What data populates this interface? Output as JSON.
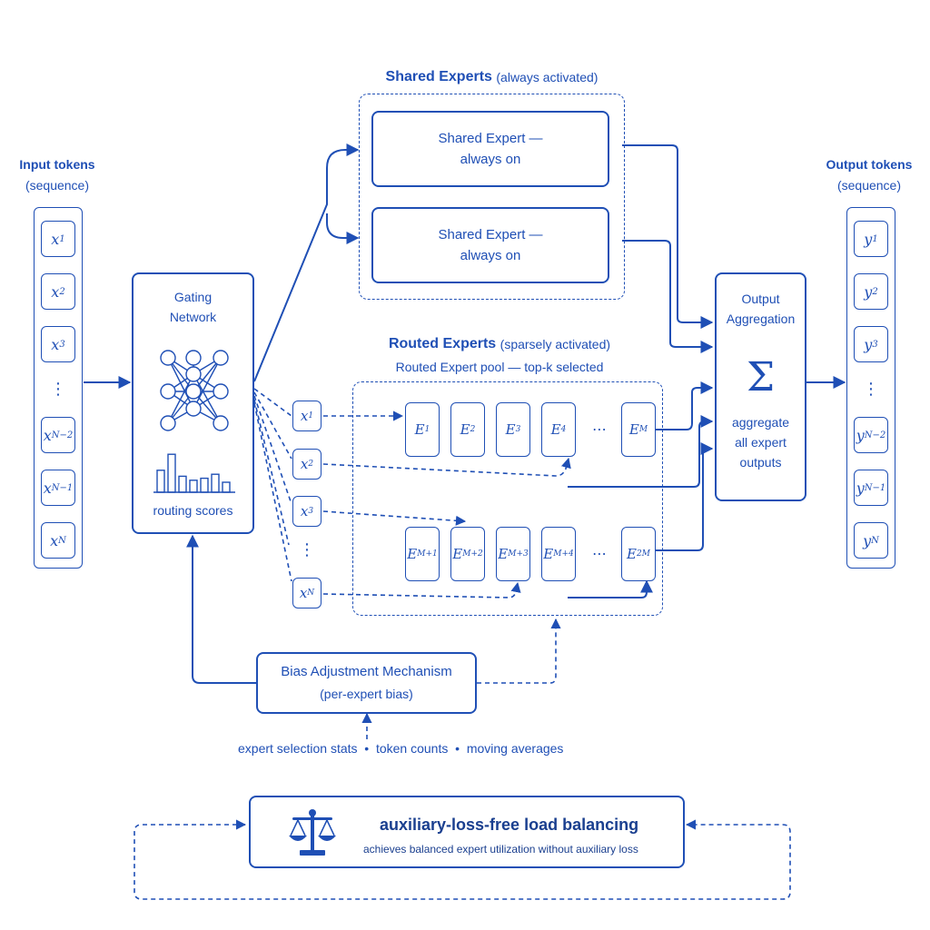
{
  "input": {
    "title": "Input tokens",
    "subtitle": "(sequence)",
    "tokens": [
      {
        "base": "x",
        "sub": "1"
      },
      {
        "base": "x",
        "sub": "2"
      },
      {
        "base": "x",
        "sub": "3"
      },
      {
        "base": "⋮",
        "sub": ""
      },
      {
        "base": "x",
        "sub": "N−2"
      },
      {
        "base": "x",
        "sub": "N−1"
      },
      {
        "base": "x",
        "sub": "N"
      }
    ]
  },
  "output": {
    "title": "Output tokens",
    "subtitle": "(sequence)",
    "tokens": [
      {
        "base": "y",
        "sub": "1"
      },
      {
        "base": "y",
        "sub": "2"
      },
      {
        "base": "y",
        "sub": "3"
      },
      {
        "base": "⋮",
        "sub": ""
      },
      {
        "base": "y",
        "sub": "N−2"
      },
      {
        "base": "y",
        "sub": "N−1"
      },
      {
        "base": "y",
        "sub": "N"
      }
    ]
  },
  "gating": {
    "title_line1": "Gating",
    "title_line2": "Network",
    "scores_label": "routing scores",
    "score_bars": [
      0.55,
      0.95,
      0.4,
      0.3,
      0.35,
      0.45,
      0.25
    ]
  },
  "shared": {
    "title": "Shared Experts",
    "title_note": "(always activated)",
    "experts": [
      {
        "line1": "Shared Expert —",
        "line2": "always on"
      },
      {
        "line1": "Shared Expert —",
        "line2": "always on"
      }
    ]
  },
  "routed": {
    "title": "Routed Experts",
    "title_note": "(sparsely activated)",
    "pool_label": "Routed Expert pool — top-k selected",
    "tokens": [
      {
        "base": "x",
        "sub": "1"
      },
      {
        "base": "x",
        "sub": "2"
      },
      {
        "base": "x",
        "sub": "3"
      },
      {
        "base": "⋮",
        "sub": ""
      },
      {
        "base": "x",
        "sub": "N"
      }
    ],
    "row1": [
      {
        "base": "E",
        "sub": "1"
      },
      {
        "base": "E",
        "sub": "2"
      },
      {
        "base": "E",
        "sub": "3"
      },
      {
        "base": "E",
        "sub": "4"
      },
      {
        "base": "E",
        "sub": "M"
      }
    ],
    "row2": [
      {
        "base": "E",
        "sub": "M+1"
      },
      {
        "base": "E",
        "sub": "M+2"
      },
      {
        "base": "E",
        "sub": "M+3"
      },
      {
        "base": "E",
        "sub": "M+4"
      },
      {
        "base": "E",
        "sub": "2M"
      }
    ],
    "ellipsis": "⋯"
  },
  "aggregation": {
    "title_line1": "Output",
    "title_line2": "Aggregation",
    "symbol": "Σ",
    "desc_line1": "aggregate",
    "desc_line2": "all expert",
    "desc_line3": "outputs"
  },
  "bias": {
    "title": "Bias Adjustment Mechanism",
    "subtitle": "(per-expert bias)",
    "stats": "expert selection stats  •  token counts  •  moving averages"
  },
  "balance": {
    "title": "auxiliary-loss-free load balancing",
    "subtitle": "achieves balanced expert utilization without auxiliary loss",
    "icon": "scales-icon"
  },
  "colors": {
    "primary": "#1f4fb5",
    "background": "#ffffff"
  }
}
